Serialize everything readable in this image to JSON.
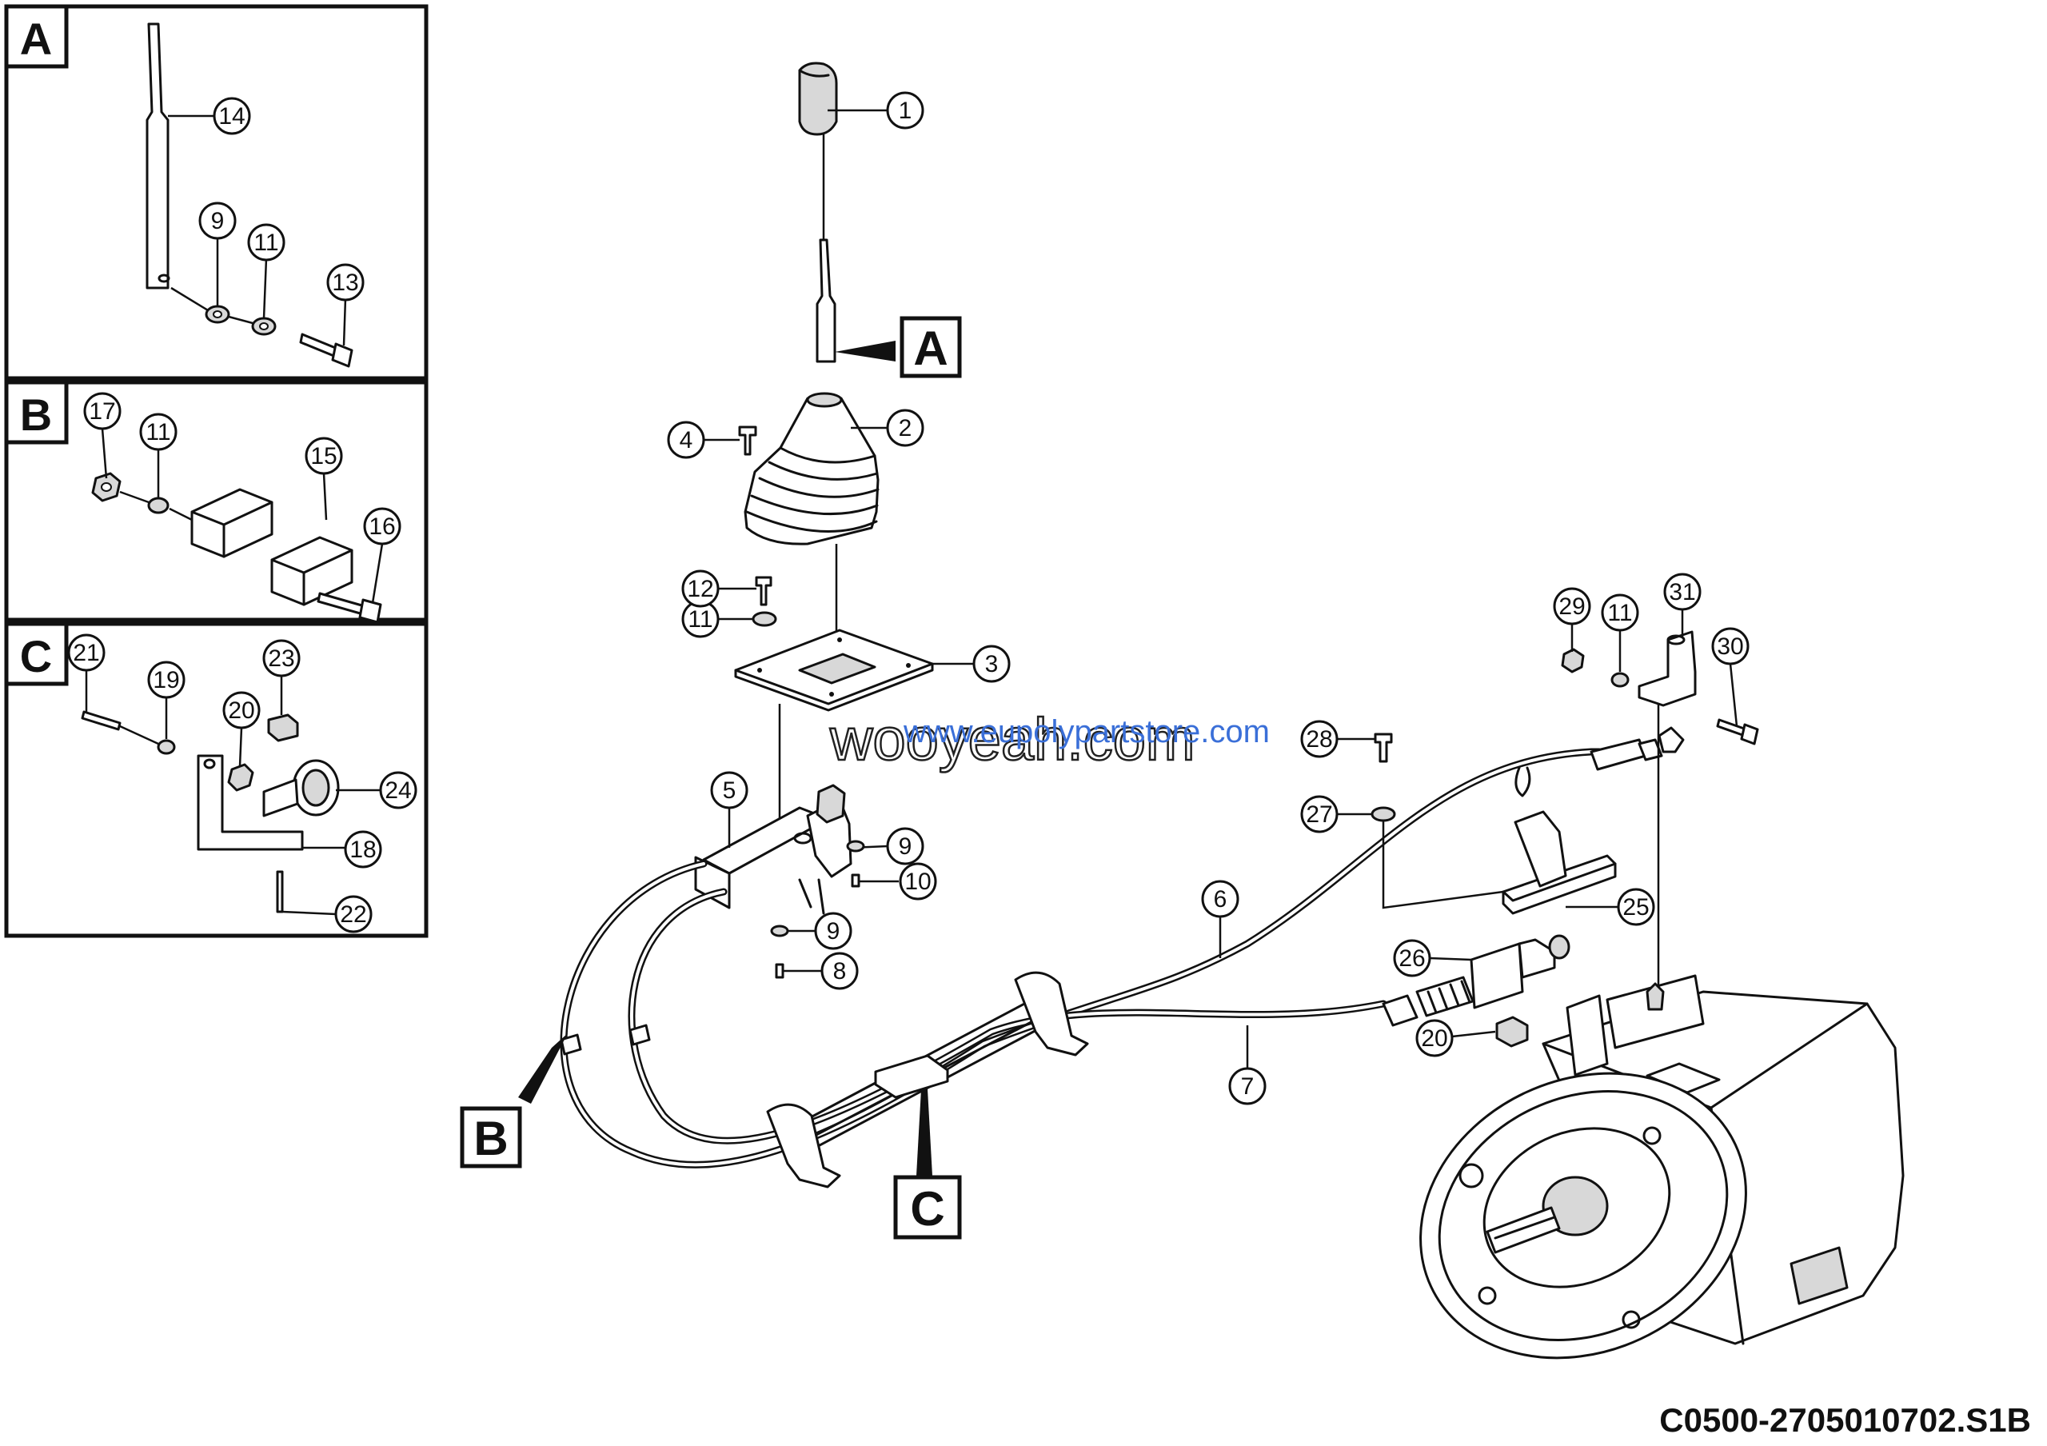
{
  "panels": {
    "A": "A",
    "B": "B",
    "C": "C"
  },
  "callouts": {
    "n1": "1",
    "n2": "2",
    "n3": "3",
    "n4": "4",
    "n5": "5",
    "n6": "6",
    "n7": "7",
    "n8": "8",
    "n9a": "9",
    "n10": "10",
    "n9b": "9",
    "n11a": "11",
    "n12": "12",
    "n14": "14",
    "n9c": "9",
    "n11b": "11",
    "n13": "13",
    "n17": "17",
    "n11c": "11",
    "n15": "15",
    "n16": "16",
    "n21": "21",
    "n19": "19",
    "n20a": "20",
    "n23": "23",
    "n24": "24",
    "n18": "18",
    "n22": "22",
    "n28": "28",
    "n27": "27",
    "n25": "25",
    "n26": "26",
    "n20b": "20",
    "n29": "29",
    "n11d": "11",
    "n31": "31",
    "n30": "30"
  },
  "references": {
    "refA": "A",
    "refB": "B",
    "refC": "C"
  },
  "watermark": {
    "main": "wooyeah.com",
    "url": "www.eupolypartstore.com"
  },
  "diagram_code": "C0500-2705010702.S1B"
}
